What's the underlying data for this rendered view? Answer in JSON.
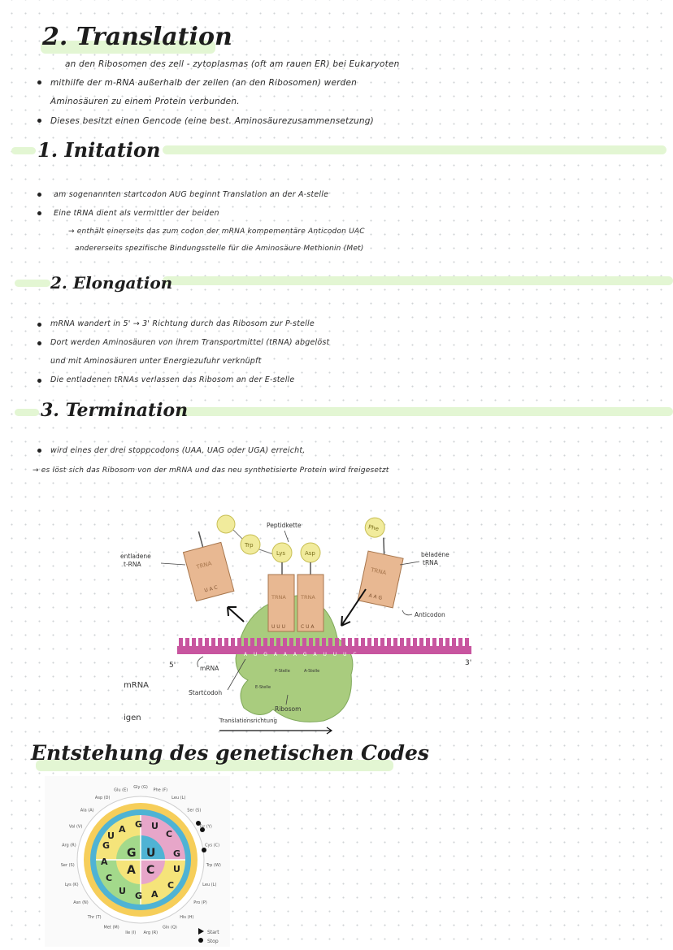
{
  "section_translation": {
    "title": "2. Translation",
    "lines": [
      "an den Ribosomen des zell - zytoplasmas (oft am rauen ER) bei Eukaryoten",
      "mithilfe der m-RNA außerhalb der zellen (an den Ribosomen) werden",
      "Aminosäuren zu einem Protein verbunden.",
      "Dieses besitzt einen Gencode (eine best. Aminosäurezusammensetzung)"
    ]
  },
  "section_initiation": {
    "title": "1. Initation",
    "lines": [
      "am sogenannten startcodon AUG beginnt Translation an der A-stelle",
      "Eine tRNA dient als vermittler der beiden",
      "→ enthält einerseits das zum codon der mRNA kompementäre Anticodon UAC",
      "andererseits spezifische Bindungsstelle für die Aminosäure Methionin (Met)"
    ]
  },
  "section_elongation": {
    "title": "2. Elongation",
    "lines": [
      "mRNA wandert in 5' → 3' Richtung durch das Ribosom zur P-stelle",
      "Dort werden Aminosäuren von ihrem Transportmittel (tRNA) abgelöst",
      "und mit Aminosäuren unter Energiezufuhr verknüpft",
      "Die entladenen tRNAs verlassen das Ribosom an der E-stelle"
    ]
  },
  "section_termination": {
    "title": "3. Termination",
    "lines": [
      "wird eines der drei stoppcodons (UAA, UAG oder UGA) erreicht,",
      "→ es löst sich das Ribosom von der mRNA und das neu synthetisierte Protein wird freigesetzt"
    ]
  },
  "diagram": {
    "peptidkette": "Peptidkette",
    "entladene": "entladene",
    "trna_left": "t-RNA",
    "beladene": "beladene",
    "trna_right": "tRNA",
    "anticodon": "Anticodon",
    "amino_trp": "Trp",
    "amino_lys": "Lys",
    "amino_asp": "Asp",
    "amino_phe": "Phe",
    "trna_tag": "TRNA",
    "uac": "U A C",
    "uuu": "U U U",
    "cua": "C U A",
    "aag": "A A G",
    "mrna_seq": "A U G A A A G A U U U C",
    "five_prime": "5'",
    "three_prime": "3'",
    "mrna": "mRNA",
    "startcodon": "Startcodon",
    "p_stelle": "P-Stelle",
    "a_stelle": "A-Stelle",
    "e_stelle": "E-Stelle",
    "ribosom": "Ribosom",
    "translationsrichtung": "Translationsrichtung",
    "side_mrna": "mRNA",
    "side_igen": "igen"
  },
  "section_code": {
    "title": "Entstehung des genetischen Codes",
    "legend_start": "Start",
    "legend_stop": "Stop",
    "inner_ring": [
      "U",
      "C",
      "A",
      "G"
    ],
    "amino_labels": [
      "Gly (G)",
      "Phe (F)",
      "Leu (L)",
      "Ser (S)",
      "Tyr (Y)",
      "Cys (C)",
      "Trp (W)",
      "Leu (L)",
      "Pro (P)",
      "His (H)",
      "Gln (Q)",
      "Arg (R)",
      "Ile (I)",
      "Met (M)",
      "Thr (T)",
      "Asn (N)",
      "Lys (K)",
      "Ser (S)",
      "Arg (R)",
      "Val (V)",
      "Ala (A)",
      "Asp (D)",
      "Glu (E)"
    ]
  },
  "colors": {
    "highlight": "#e3f6d3",
    "trna": "#e8b892",
    "ribosome": "#a9cc7e",
    "mrna": "#c8559f",
    "amino": "#f1eb9c"
  }
}
